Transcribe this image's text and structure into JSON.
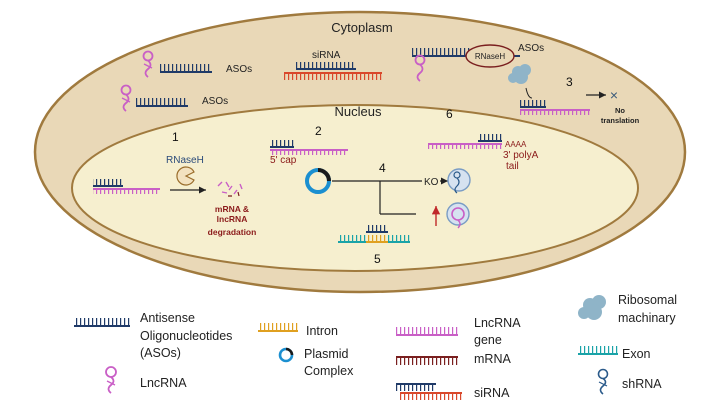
{
  "compartments": {
    "cytoplasm": "Cytoplasm",
    "nucleus": "Nucleus"
  },
  "labels": {
    "asos_top": "ASOs",
    "asos_left": "ASOs",
    "sirna_top": "siRNA",
    "rnaseh_cyto": "RNaseH",
    "asos_right": "ASOs",
    "no_translation_1": "No",
    "no_translation_2": "translation",
    "rnaseh_nuc": "RNaseH",
    "degradation_1": "mRNA &",
    "degradation_2": "lncRNA",
    "degradation_3": "degradation",
    "five_cap": "5' cap",
    "polya_1": "AAAA",
    "polya_2": "3' polyA",
    "polya_3": "tail",
    "ko": "KO"
  },
  "steps": [
    "1",
    "2",
    "3",
    "4",
    "5",
    "6"
  ],
  "legend": {
    "aso_1": "Antisense",
    "aso_2": "Oligonucleotides",
    "aso_3": "(ASOs)",
    "lncrna": "LncRNA",
    "intron": "Intron",
    "plasmid_1": "Plasmid",
    "plasmid_2": "Complex",
    "lncrna_gene_1": "LncRNA",
    "lncrna_gene_2": "gene",
    "mrna": "mRNA",
    "sirna": "siRNA",
    "ribosome_1": "Ribosomal",
    "ribosome_2": "machinary",
    "exon": "Exon",
    "shrna": "shRNA"
  },
  "colors": {
    "cell_fill": "#e9d8b7",
    "cell_stroke": "#a07a3e",
    "nucleus_fill": "#f6efcf",
    "aso": "#1f3a68",
    "lncrna": "#c95fc6",
    "intron": "#e0a020",
    "mrna": "#7a1f1f",
    "sirna_red": "#d9472b",
    "exon": "#1aa3a8",
    "ribosome": "#8fb4c8",
    "plasmid": "#1b8fd0"
  }
}
